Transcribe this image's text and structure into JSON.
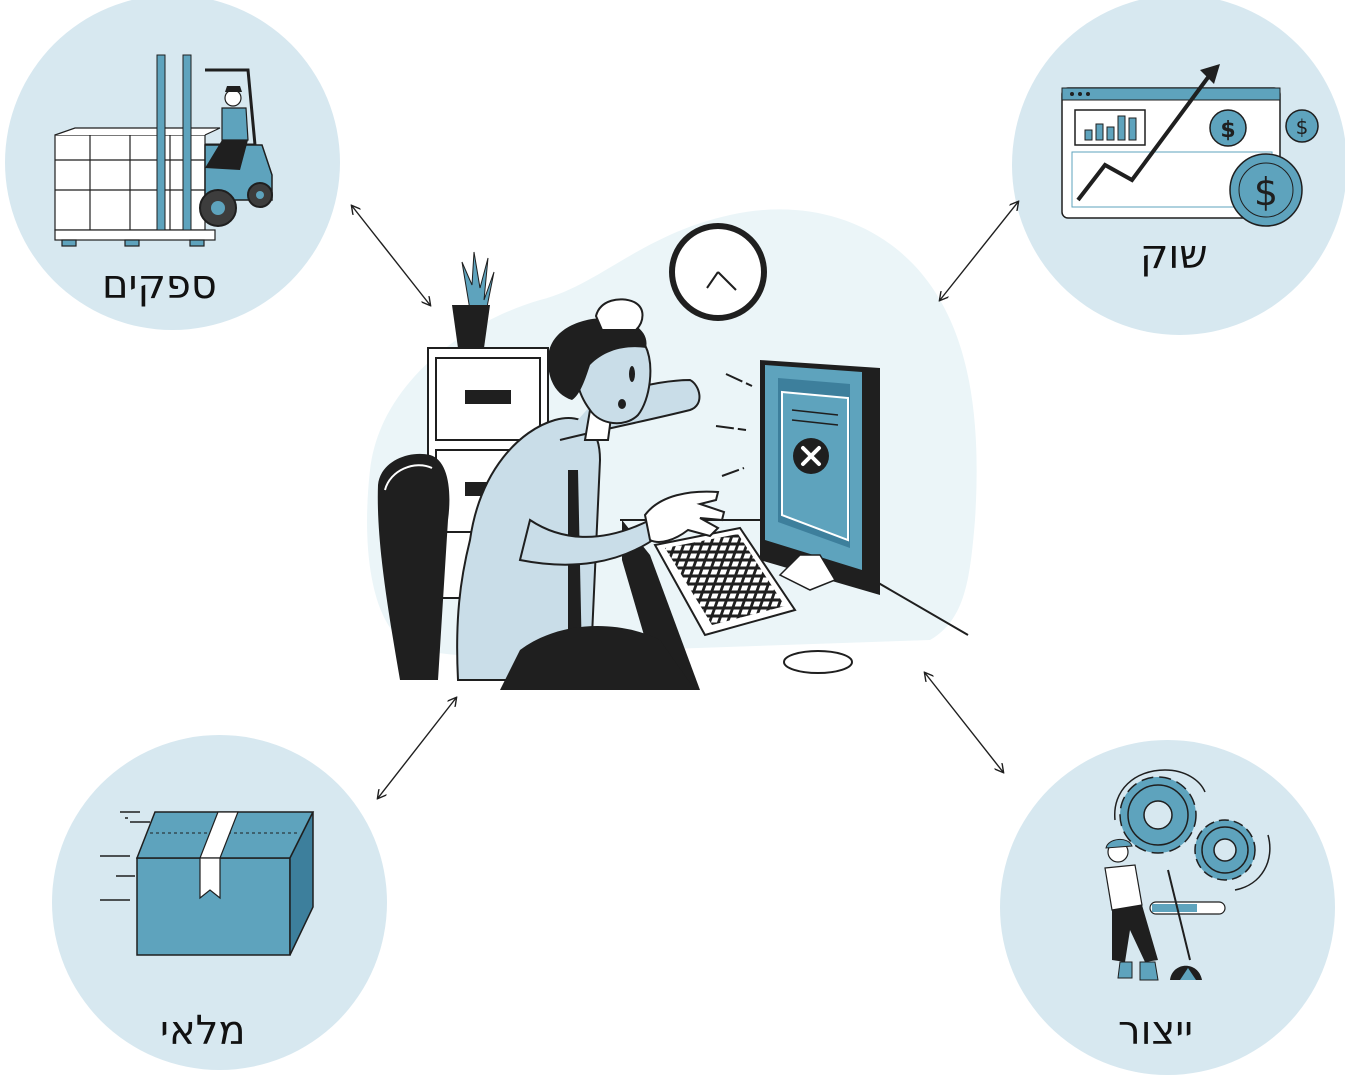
{
  "colors": {
    "circle_fill": "#d7e8f0",
    "blob_fill": "#ebf5f8",
    "accent_blue": "#5ea3bd",
    "dark_blue": "#3d7f9c",
    "ink": "#1f1f1f"
  },
  "nodes": {
    "suppliers": {
      "label": "ספקים",
      "icon": "forklift-icon"
    },
    "market": {
      "label": "שוק",
      "icon": "rising-chart-icon"
    },
    "inventory": {
      "label": "מלאי",
      "icon": "package-box-icon"
    },
    "production": {
      "label": "ייצור",
      "icon": "gears-worker-icon"
    }
  },
  "center": {
    "icon": "stressed-office-worker-icon",
    "error_symbol": "error-x-icon"
  }
}
